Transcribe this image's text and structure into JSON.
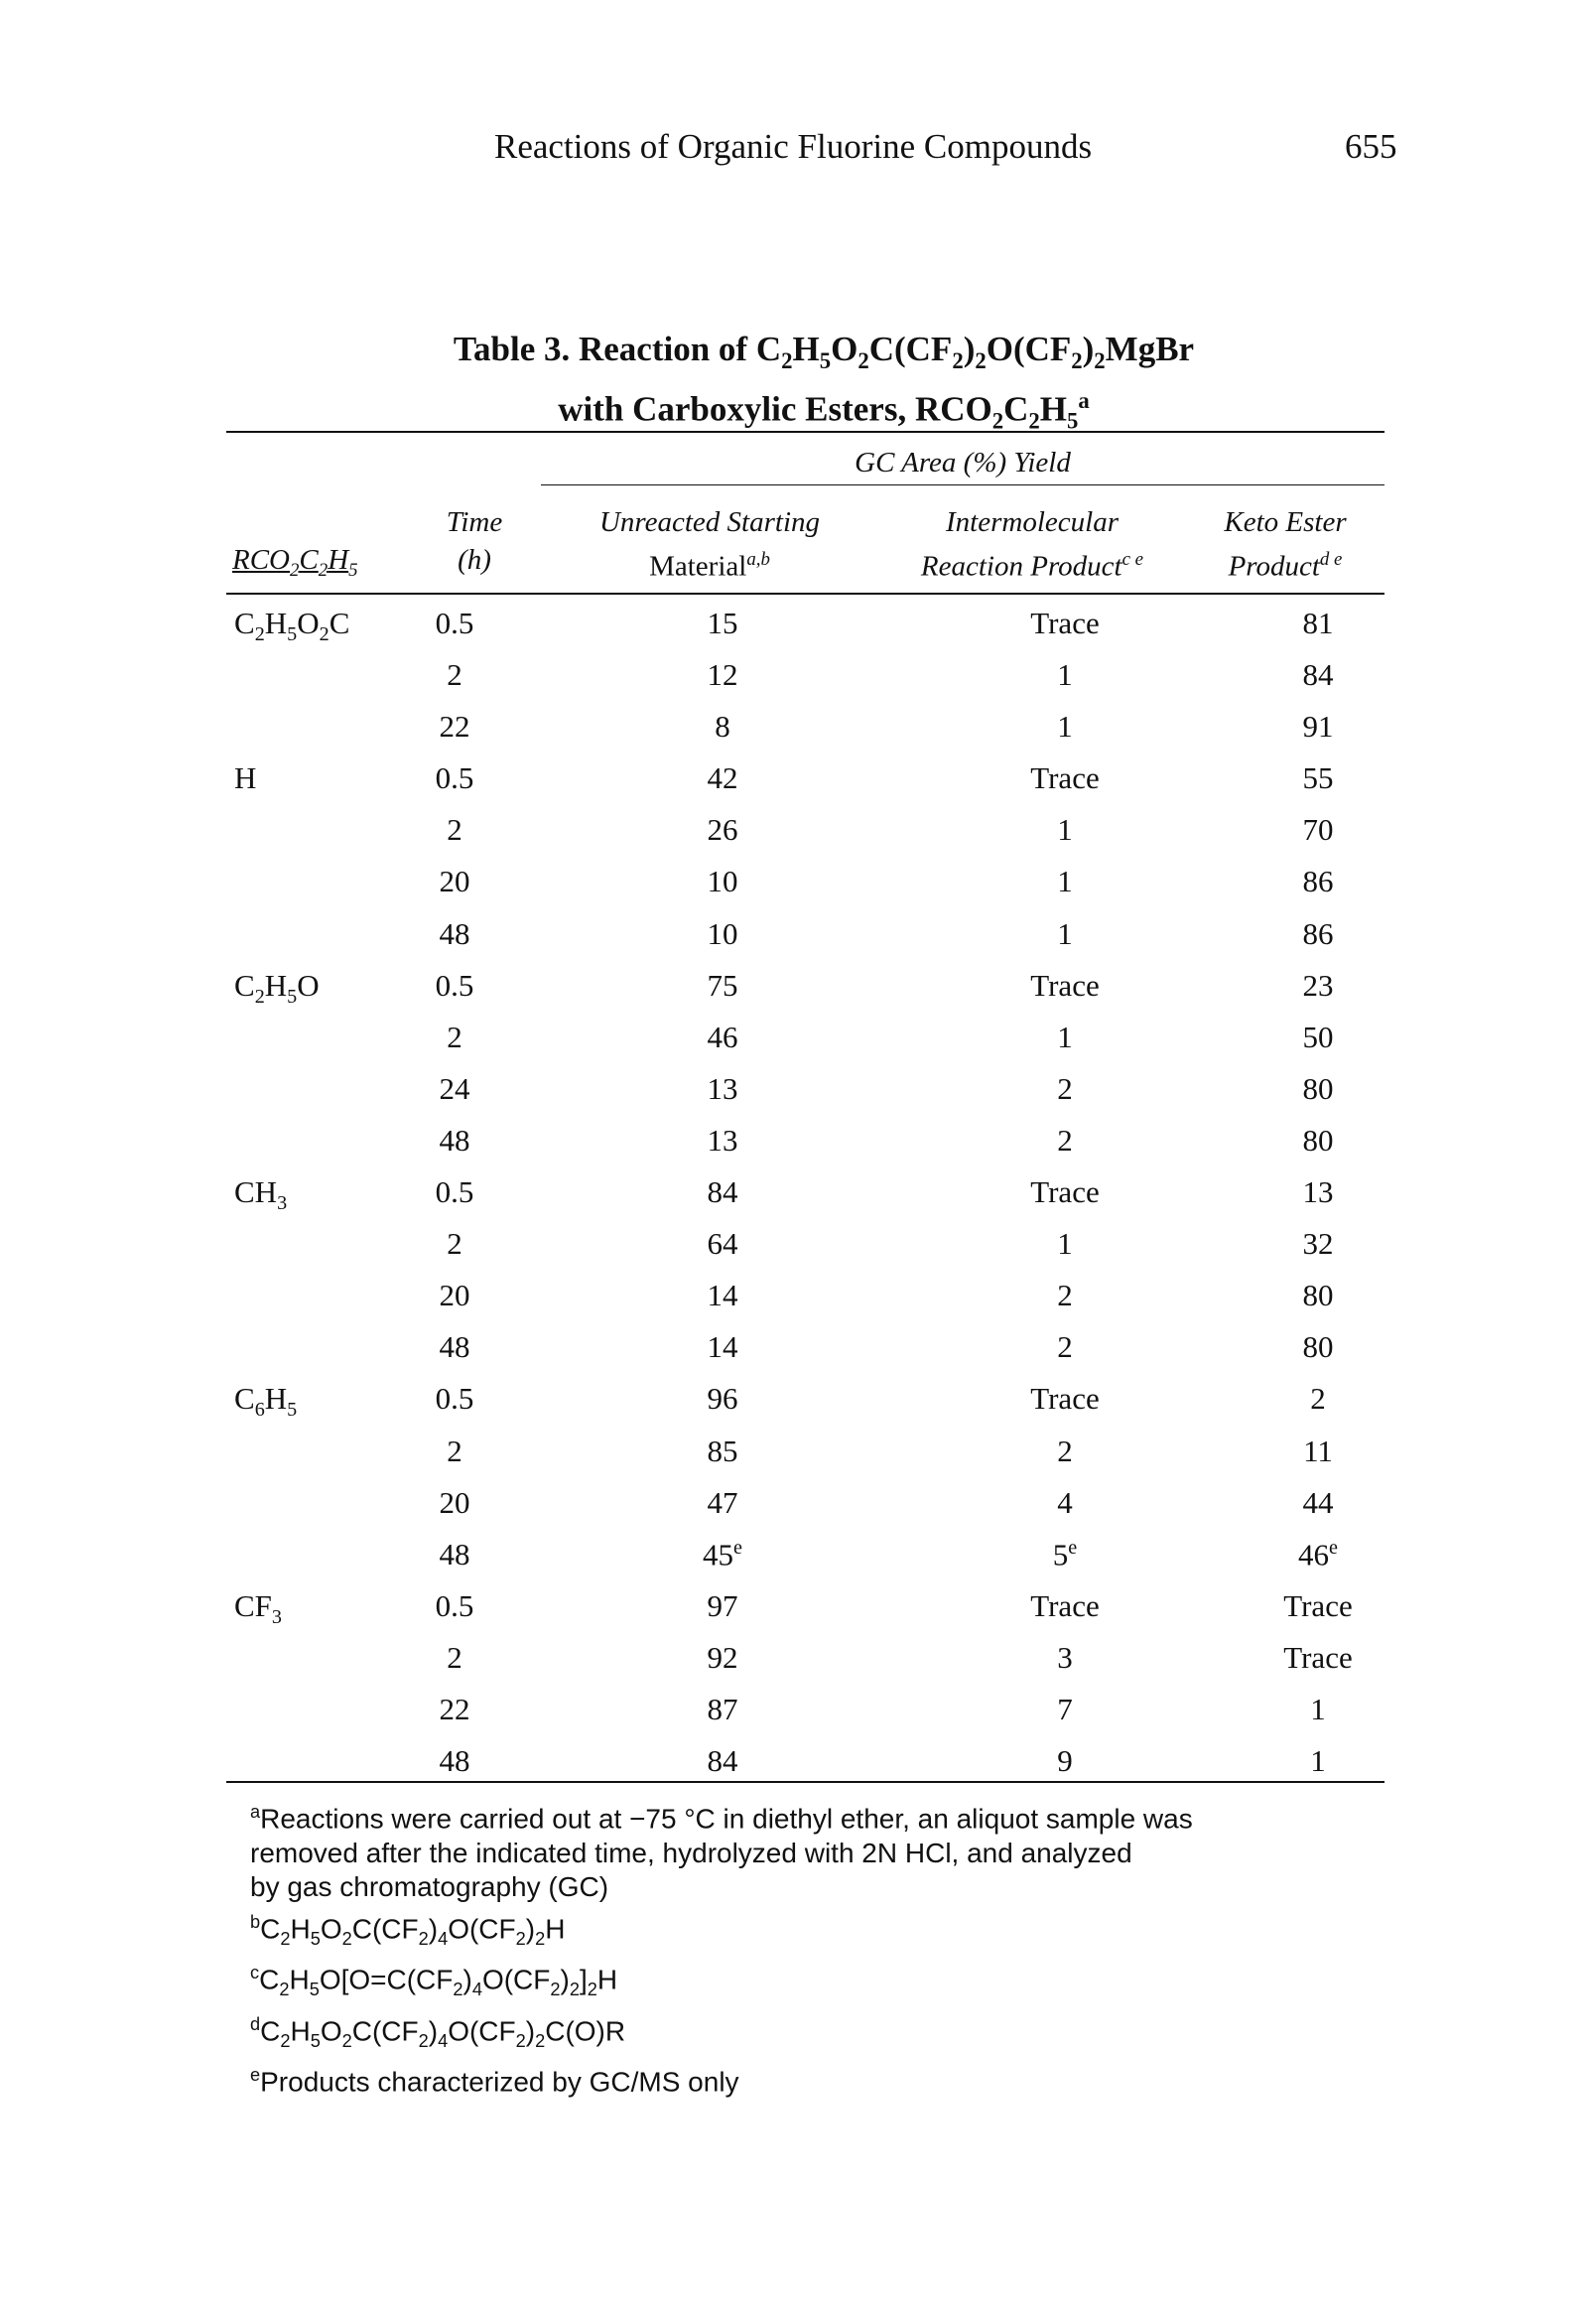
{
  "running_head": "Reactions of Organic Fluorine Compounds",
  "page_number": "655",
  "caption": {
    "line1": "Table 3. Reaction of C2H5O2C(CF2)2O(CF2)2MgBr",
    "line2": "with Carboxylic Esters, RCO2C2H5^a"
  },
  "headers": {
    "spanner": "GC Area (%) Yield",
    "col_r": "RCO2C2H5",
    "col_time_1": "Time",
    "col_time_2": "(h)",
    "col_unreacted_1": "Unreacted Starting",
    "col_unreacted_2": "Material",
    "col_unreacted_sup": "a,b",
    "col_inter_1": "Intermolecular",
    "col_inter_2": "Reaction Product",
    "col_inter_sup": "c e",
    "col_keto_1": "Keto Ester",
    "col_keto_2": "Product",
    "col_keto_sup": "d e"
  },
  "rows": [
    {
      "r": "C2H5O2C",
      "t": "0.5",
      "u": "15",
      "i": "Trace",
      "k": "81"
    },
    {
      "r": "",
      "t": "2",
      "u": "12",
      "i": "1",
      "k": "84"
    },
    {
      "r": "",
      "t": "22",
      "u": "8",
      "i": "1",
      "k": "91"
    },
    {
      "r": "H",
      "t": "0.5",
      "u": "42",
      "i": "Trace",
      "k": "55"
    },
    {
      "r": "",
      "t": "2",
      "u": "26",
      "i": "1",
      "k": "70"
    },
    {
      "r": "",
      "t": "20",
      "u": "10",
      "i": "1",
      "k": "86"
    },
    {
      "r": "",
      "t": "48",
      "u": "10",
      "i": "1",
      "k": "86"
    },
    {
      "r": "C2H5O",
      "t": "0.5",
      "u": "75",
      "i": "Trace",
      "k": "23"
    },
    {
      "r": "",
      "t": "2",
      "u": "46",
      "i": "1",
      "k": "50"
    },
    {
      "r": "",
      "t": "24",
      "u": "13",
      "i": "2",
      "k": "80"
    },
    {
      "r": "",
      "t": "48",
      "u": "13",
      "i": "2",
      "k": "80"
    },
    {
      "r": "CH3",
      "t": "0.5",
      "u": "84",
      "i": "Trace",
      "k": "13"
    },
    {
      "r": "",
      "t": "2",
      "u": "64",
      "i": "1",
      "k": "32"
    },
    {
      "r": "",
      "t": "20",
      "u": "14",
      "i": "2",
      "k": "80"
    },
    {
      "r": "",
      "t": "48",
      "u": "14",
      "i": "2",
      "k": "80"
    },
    {
      "r": "C6H5",
      "t": "0.5",
      "u": "96",
      "i": "Trace",
      "k": "2"
    },
    {
      "r": "",
      "t": "2",
      "u": "85",
      "i": "2",
      "k": "11"
    },
    {
      "r": "",
      "t": "20",
      "u": "47",
      "i": "4",
      "k": "44"
    },
    {
      "r": "",
      "t": "48",
      "u": "45^e",
      "i": "5^e",
      "k": "46^e"
    },
    {
      "r": "CF3",
      "t": "0.5",
      "u": "97",
      "i": "Trace",
      "k": "Trace"
    },
    {
      "r": "",
      "t": "2",
      "u": "92",
      "i": "3",
      "k": "Trace"
    },
    {
      "r": "",
      "t": "22",
      "u": "87",
      "i": "7",
      "k": "1"
    },
    {
      "r": "",
      "t": "48",
      "u": "84",
      "i": "9",
      "k": "1"
    }
  ],
  "footnotes": [
    "^aReactions were carried out at −75 °C in diethyl ether, an aliquot sample was",
    "removed after the indicated time, hydrolyzed with 2N HCl, and analyzed",
    "by gas chromatography (GC)",
    "^bC2H5O2C(CF2)4O(CF2)2H",
    "^cC2H5O[O=C(CF2)4O(CF2)2]2H",
    "^dC2H5O2C(CF2)4O(CF2)2C(O)R",
    "^eProducts characterized by GC/MS only"
  ]
}
